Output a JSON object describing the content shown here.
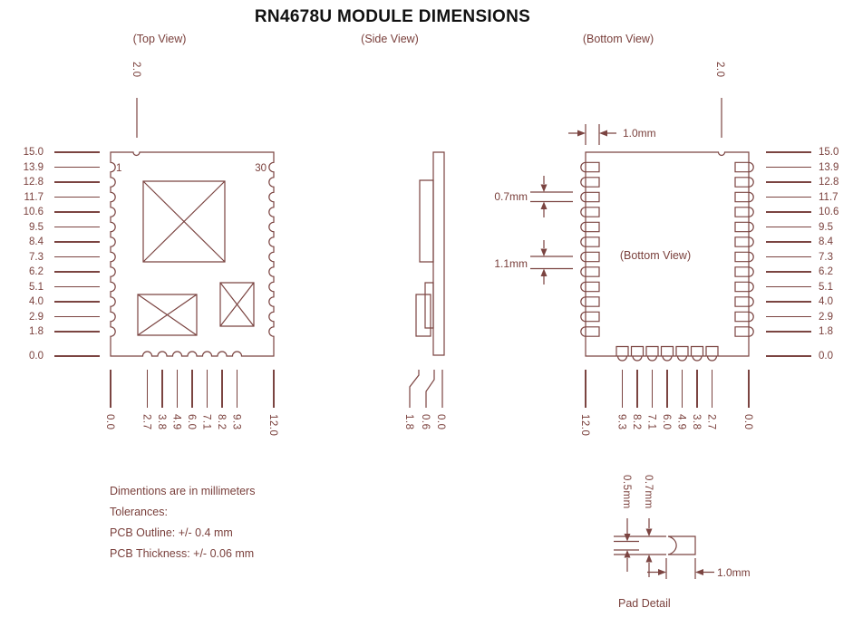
{
  "title": "RN4678U MODULE DIMENSIONS",
  "colors": {
    "drawing": "#7b4441",
    "text": "#7a403c",
    "title": "#111111",
    "background": "#ffffff"
  },
  "views": {
    "top": {
      "label": "(Top View)",
      "pin_first": "1",
      "pin_last": "30",
      "top_dim_label": "2.0"
    },
    "side": {
      "label": "(Side View)"
    },
    "bottom": {
      "label": "(Bottom View)",
      "inner_label": "(Bottom View)",
      "top_dim_label": "2.0",
      "pad_width_label": "1.0mm",
      "pad_height_label": "0.7mm",
      "pad_pitch_label": "1.1mm"
    }
  },
  "axes": {
    "vertical_labels": [
      "15.0",
      "13.9",
      "12.8",
      "11.7",
      "10.6",
      "9.5",
      "8.4",
      "7.3",
      "6.2",
      "5.1",
      "4.0",
      "2.9",
      "1.8",
      "0.0"
    ],
    "top_view_bottom_labels": [
      "0.0",
      "2.7",
      "3.8",
      "4.9",
      "6.0",
      "7.1",
      "8.2",
      "9.3",
      "12.0"
    ],
    "bottom_view_bottom_labels": [
      "12.0",
      "9.3",
      "8.2",
      "7.1",
      "6.0",
      "4.9",
      "3.8",
      "2.7",
      "0.0"
    ],
    "side_view_bottom_labels": [
      "1.8",
      "0.6",
      "0.0"
    ]
  },
  "notes": [
    "Dimentions are in millimeters",
    "Tolerances:",
    "PCB Outline: +/- 0.4 mm",
    "PCB Thickness: +/- 0.06 mm"
  ],
  "pad_detail": {
    "label": "Pad Detail",
    "inner_height_label": "0.5mm",
    "outer_height_label": "0.7mm",
    "width_label": "1.0mm"
  }
}
